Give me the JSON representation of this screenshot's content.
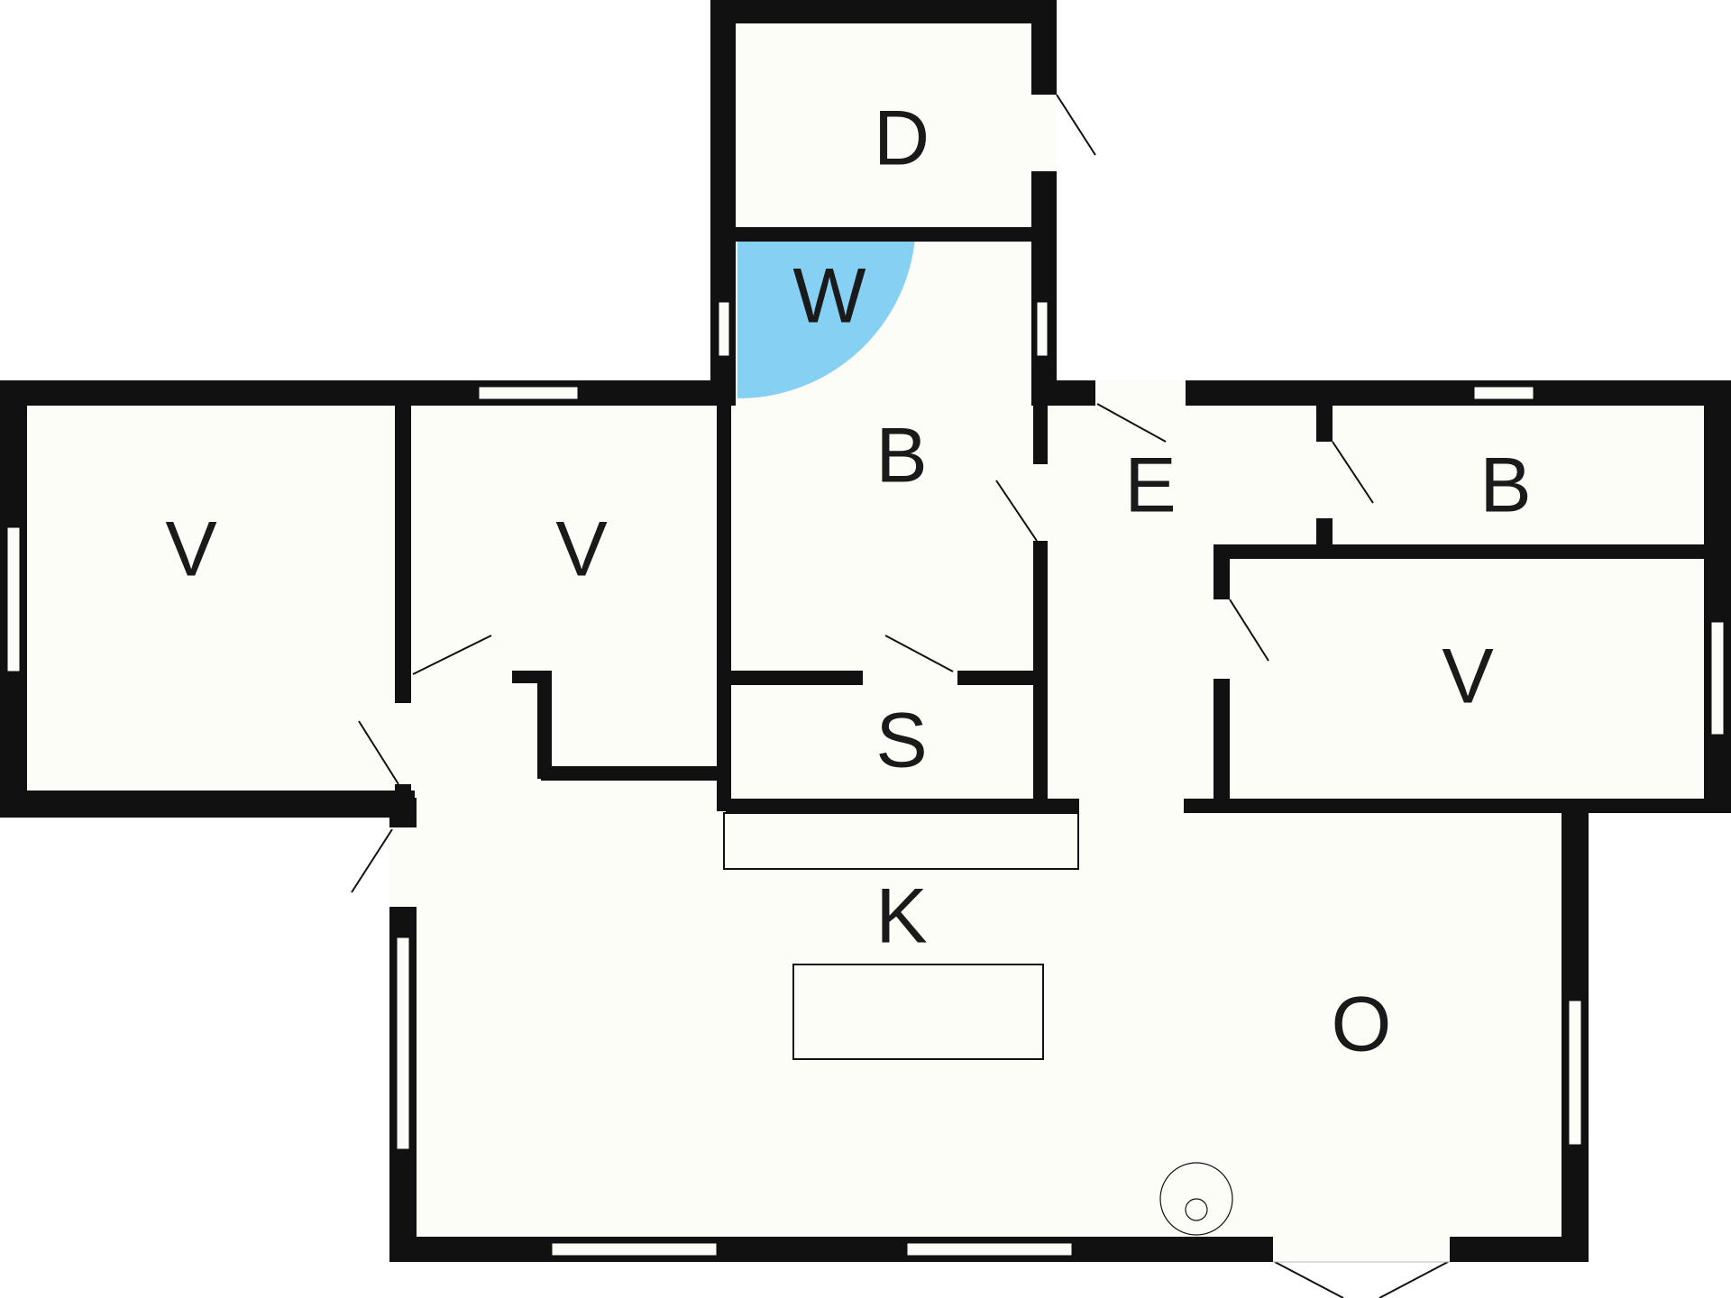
{
  "rooms": [
    {
      "id": "d",
      "label": "D"
    },
    {
      "id": "w",
      "label": "W"
    },
    {
      "id": "b1",
      "label": "B"
    },
    {
      "id": "v1",
      "label": "V"
    },
    {
      "id": "v2",
      "label": "V"
    },
    {
      "id": "e",
      "label": "E"
    },
    {
      "id": "b2",
      "label": "B"
    },
    {
      "id": "v3",
      "label": "V"
    },
    {
      "id": "s",
      "label": "S"
    },
    {
      "id": "k",
      "label": "K"
    },
    {
      "id": "o",
      "label": "O"
    }
  ],
  "colors": {
    "floor": "#fdfdf8",
    "wall": "#111111",
    "wet_area": "#86d0f4"
  }
}
